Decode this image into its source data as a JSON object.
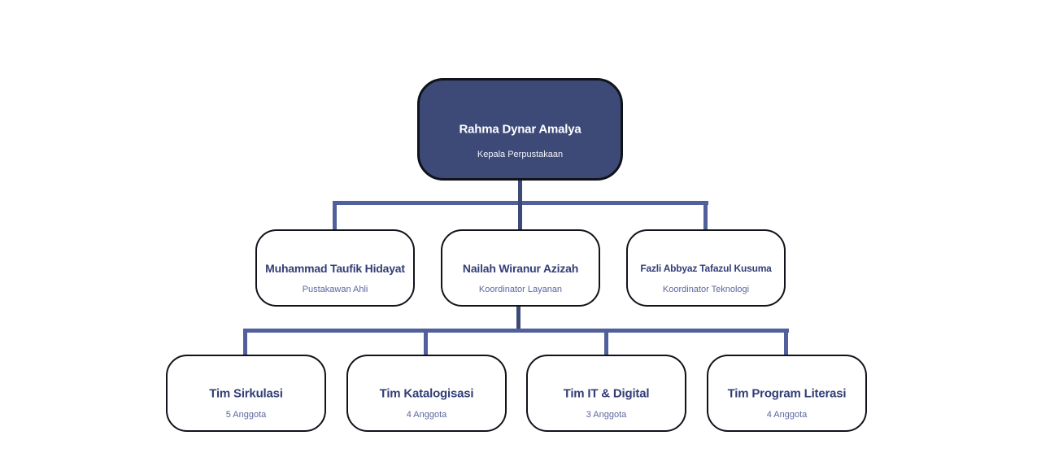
{
  "org": {
    "root": {
      "name": "Rahma Dynar Amalya",
      "title": "Kepala Perpustakaan"
    },
    "level2": [
      {
        "name": "Muhammad Taufik Hidayat",
        "title": "Pustakawan Ahli"
      },
      {
        "name": "Nailah Wiranur Azizah",
        "title": "Koordinator Layanan"
      },
      {
        "name": "Fazli Abbyaz Tafazul Kusuma",
        "title": "Koordinator Teknologi"
      }
    ],
    "teams": [
      {
        "name": "Tim Sirkulasi",
        "members": "5 Anggota"
      },
      {
        "name": "Tim Katalogisasi",
        "members": "4 Anggota"
      },
      {
        "name": "Tim IT & Digital",
        "members": "3 Anggota"
      },
      {
        "name": "Tim Program Literasi",
        "members": "4 Anggota"
      }
    ],
    "colors": {
      "root_background": "#3d4a78",
      "root_text": "#ffffff",
      "node_name_text": "#333e76",
      "node_subtitle_text": "#5d679e",
      "node_border": "#10131a",
      "connector": "#51609a",
      "connector_dark": "#3d4a78",
      "background": "#ffffff"
    }
  }
}
